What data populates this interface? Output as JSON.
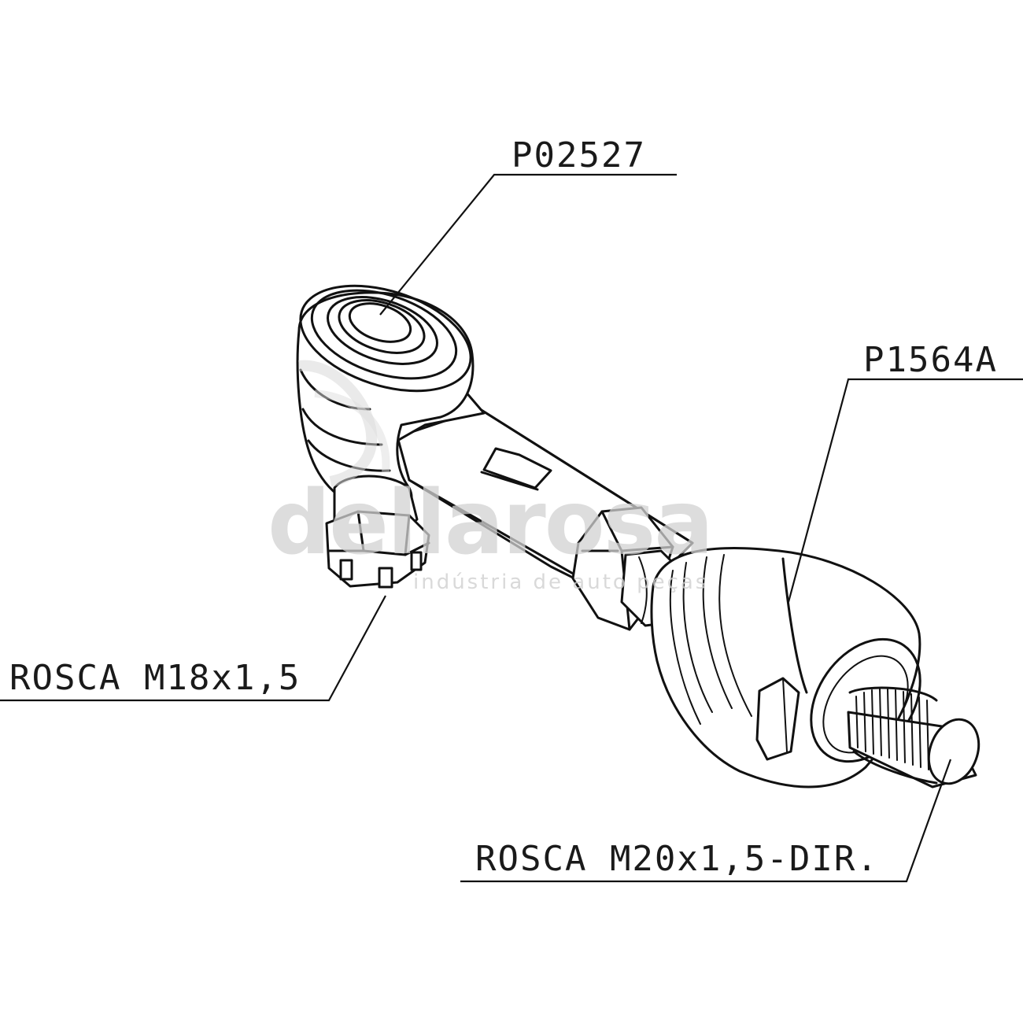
{
  "callouts": {
    "top_part": "P02527",
    "right_part": "P1564A",
    "left_thread": "ROSCA M18x1,5",
    "right_thread": "ROSCA M20x1,5-DIR."
  },
  "watermark": {
    "brand": "dellarosa",
    "tagline": "indústria de auto peças"
  }
}
